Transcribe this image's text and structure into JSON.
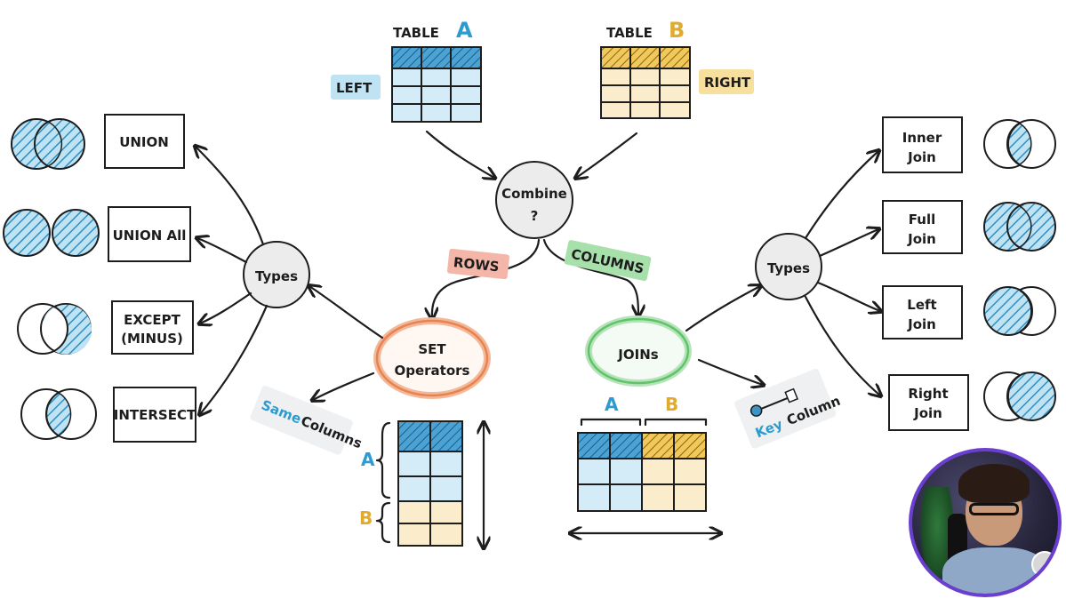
{
  "center": {
    "line1": "Combine",
    "line2": "?"
  },
  "tables": {
    "a_title": "TABLE",
    "a_letter": "A",
    "a_side": "LEFT",
    "b_title": "TABLE",
    "b_letter": "B",
    "b_side": "RIGHT"
  },
  "branches": {
    "rows": "ROWS",
    "columns": "COLUMNS"
  },
  "set_operators": {
    "title": "SET",
    "subtitle": "Operators",
    "types_label": "Types",
    "note_same": "Same",
    "note_columns": "Columns",
    "stack_a": "A",
    "stack_b": "B",
    "items": [
      {
        "label": "UNION",
        "sub": ""
      },
      {
        "label": "UNION All",
        "sub": ""
      },
      {
        "label": "EXCEPT",
        "sub": "(MINUS)"
      },
      {
        "label": "INTERSECT",
        "sub": ""
      }
    ]
  },
  "joins": {
    "title": "JOINs",
    "types_label": "Types",
    "key_word": "Key",
    "key_column": "Column",
    "col_a": "A",
    "col_b": "B",
    "items": [
      {
        "line1": "Inner",
        "line2": "Join"
      },
      {
        "line1": "Full",
        "line2": "Join"
      },
      {
        "line1": "Left",
        "line2": "Join"
      },
      {
        "line1": "Right",
        "line2": "Join"
      }
    ]
  },
  "colors": {
    "blue": "#9fd3ea",
    "blue_dark": "#3c93c4",
    "blue_light": "#d3ecf7",
    "yellow": "#f7d98a",
    "yellow_dark": "#e0ac2f",
    "yellow_light": "#fbeccb",
    "rows_tag": "#f4b6a9",
    "columns_tag": "#a8e0ab",
    "set_ring": "#e8834f",
    "joins_ring": "#5fc469",
    "accent_a": "#2e9bd0",
    "accent_b": "#e0ac2f"
  },
  "icons": [
    "venn-union-icon",
    "venn-union-all-icon",
    "venn-except-icon",
    "venn-intersect-icon",
    "venn-inner-join-icon",
    "venn-full-join-icon",
    "venn-left-join-icon",
    "venn-right-join-icon",
    "key-icon",
    "presenter-webcam"
  ]
}
